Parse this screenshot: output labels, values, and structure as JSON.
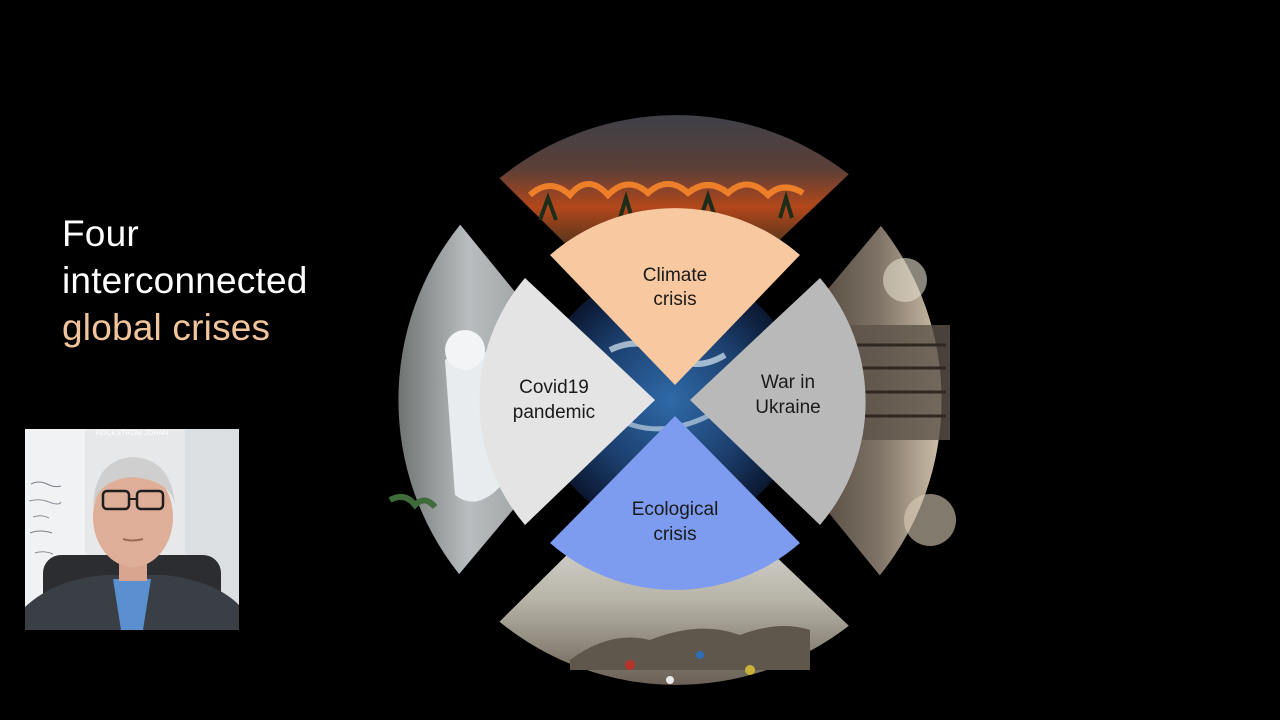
{
  "slide": {
    "title_lines": [
      "Four",
      "interconnected"
    ],
    "title_accent": "global crises",
    "accent_color": "#f2c49b"
  },
  "webcam": {
    "participant_name": "ROCKSTROM JOHAN"
  },
  "diagram": {
    "segments": [
      {
        "id": "climate",
        "lines": [
          "Climate",
          "crisis"
        ],
        "color": "#f8c9a0",
        "photo": "forest-fire"
      },
      {
        "id": "war",
        "lines": [
          "War in",
          "Ukraine"
        ],
        "color": "#b9b9b9",
        "photo": "destroyed-building"
      },
      {
        "id": "ecological",
        "lines": [
          "Ecological",
          "crisis"
        ],
        "color": "#7d9cf0",
        "photo": "garbage-landfill"
      },
      {
        "id": "covid",
        "lines": [
          "Covid19",
          "pandemic"
        ],
        "color": "#e4e4e4",
        "photo": "health-worker-in-protective-suit"
      }
    ],
    "center_image": "earth-from-space"
  }
}
